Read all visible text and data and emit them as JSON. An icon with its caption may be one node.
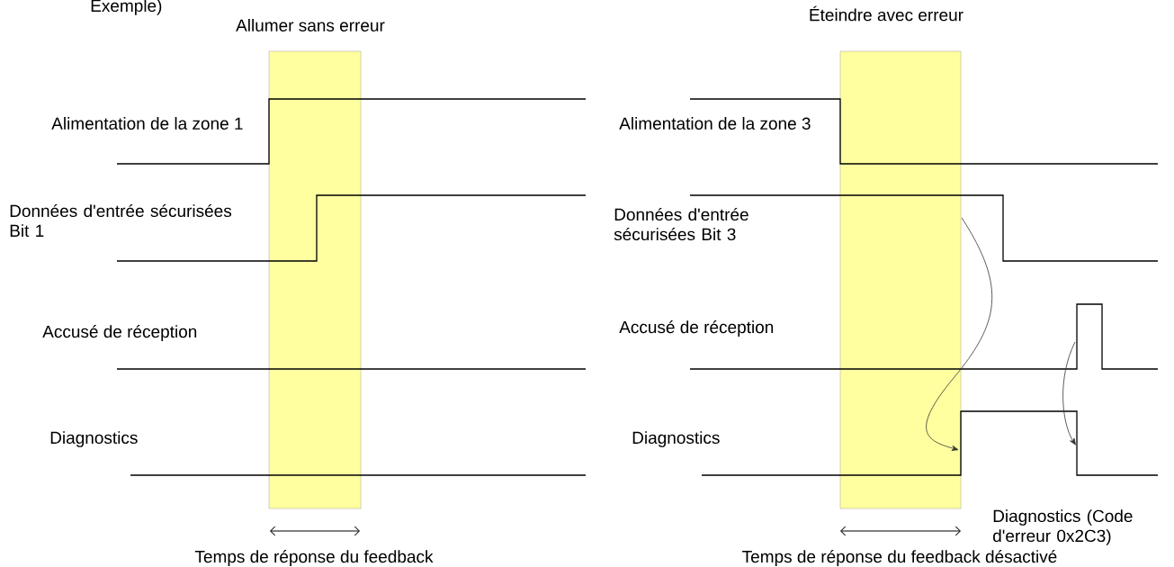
{
  "diagram": {
    "labels": [
      "Exemple)",
      "Allumer sans erreur",
      "Éteindre avec erreur",
      "Alimentation de la zone 1",
      "Données d'entrée sécurisées Bit 1",
      "Accusé de réception",
      "Diagnostics",
      "Alimentation de la zone 3",
      "Données d'entrée sécurisées Bit 3",
      "Accusé de réception",
      "Diagnostics",
      "Diagnostics (Code d'erreur 0x2C3)",
      "Temps de réponse du feedback",
      "Temps de réponse du feedback désactivé"
    ]
  }
}
